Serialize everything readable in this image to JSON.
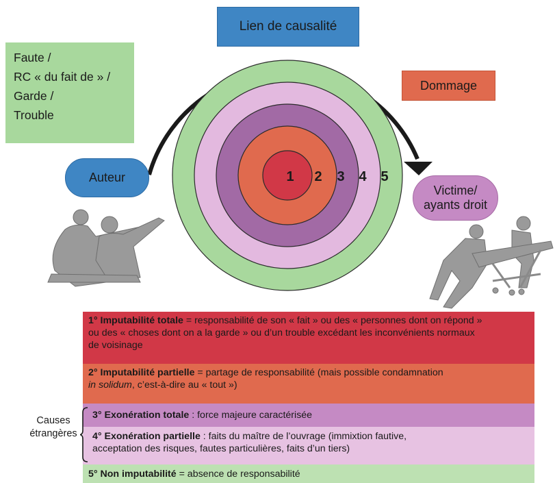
{
  "top": {
    "lien": "Lien de causalité",
    "faute_lines": [
      "Faute /",
      "RC « du fait de » /",
      "Garde /",
      "Trouble"
    ],
    "dommage": "Dommage",
    "auteur": "Auteur",
    "victime_lines": [
      "Victime/",
      "ayants droit"
    ]
  },
  "rings": {
    "labels": [
      "1",
      "2",
      "3",
      "4",
      "5"
    ],
    "colors": [
      "#d13847",
      "#e06a4e",
      "#a26aa5",
      "#e3b9df",
      "#a8d89d"
    ]
  },
  "legend": {
    "r1": {
      "strong": "1° Imputabilité totale",
      "line1": " = responsabilité de son « fait » ou des « personnes dont on répond »",
      "line2": "ou des « choses dont on a la garde » ou d’un trouble excédant les inconvénients normaux",
      "line3": "de voisinage"
    },
    "r2": {
      "strong": "2° Imputabilité partielle",
      "line1": " = partage de responsabilité (mais possible condamnation",
      "line2_em": "in solidum",
      "line2": ", c’est-à-dire au « tout »)"
    },
    "r3": {
      "strong": "3° Exonération totale",
      "line1": " : force majeure caractérisée"
    },
    "r4": {
      "strong": "4° Exonération partielle",
      "line1": " : faits du maître de l’ouvrage (immixtion fautive,",
      "line2": "acceptation des risques, fautes particulières, faits d’un tiers)"
    },
    "r5": {
      "strong": "5° Non imputabilité",
      "line1": " = absence de responsabilité"
    },
    "causes_lines": [
      "Causes",
      "étrangères"
    ]
  }
}
